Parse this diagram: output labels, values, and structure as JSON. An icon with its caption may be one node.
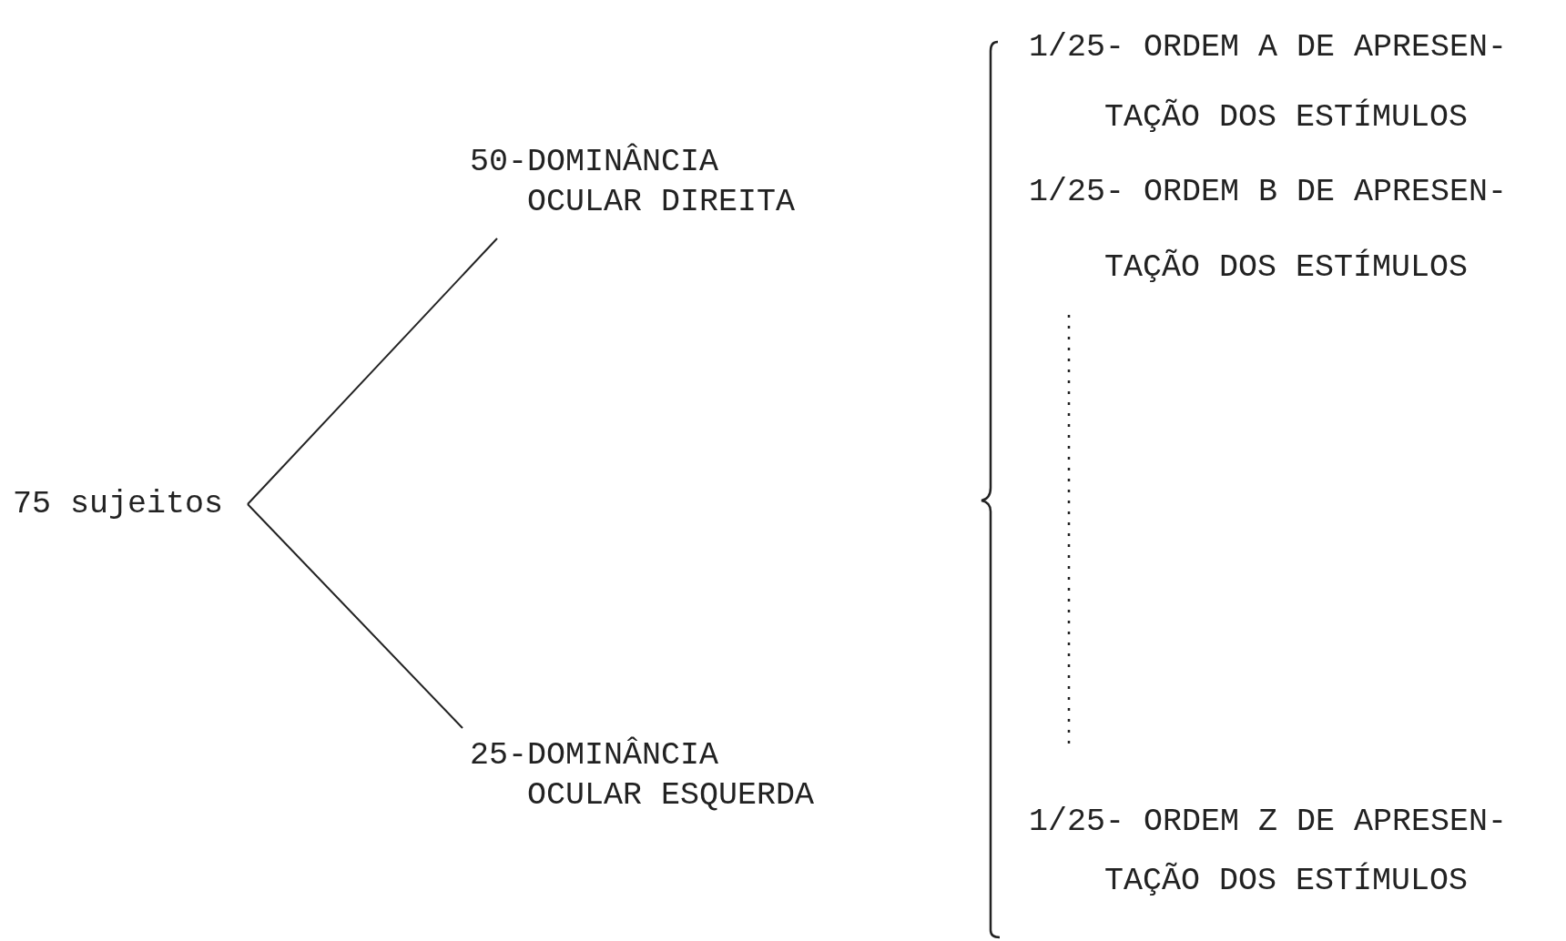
{
  "diagram": {
    "nodes": [
      {
        "text": [
          "75 sujeitos"
        ]
      },
      {
        "text": [
          "50-DOMINÂNCIA OCULAR DIREITA"
        ]
      },
      {
        "text": [
          "25-DOMINÂNCIA OCULAR ESQUERDA"
        ]
      }
    ],
    "edges": [
      {
        "from": 0,
        "to": 1,
        "arrow": "none"
      },
      {
        "from": 0,
        "to": 2,
        "arrow": "none"
      }
    ],
    "labels": [
      "1/25- ORDEM A DE APRESEN-",
      "TAÇÃO DOS ESTÍMULOS",
      "1/25- ORDEM B DE APRESEN-",
      "TAÇÃO DOS ESTÍMULOS",
      "1/25- ORDEM Z DE APRESEN-",
      "TAÇÃO DOS ESTÍMULOS"
    ]
  }
}
